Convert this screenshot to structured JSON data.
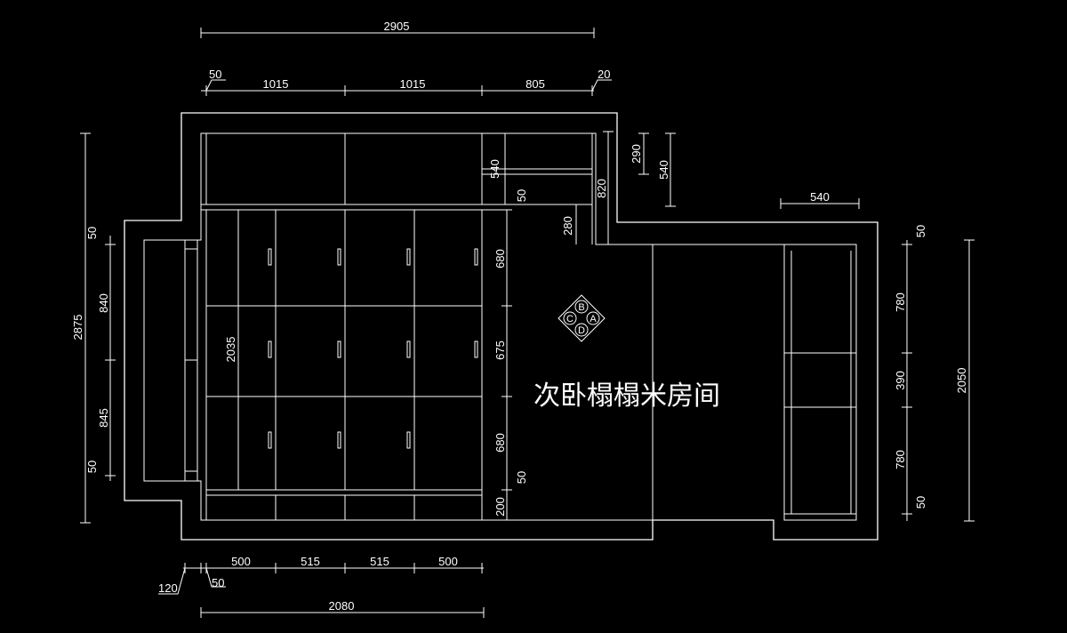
{
  "room_label": "次卧榻榻米房间",
  "compass": {
    "top": "B",
    "right": "A",
    "bottom": "D",
    "left": "C"
  },
  "dims": {
    "top_total": "2905",
    "top_50": "50",
    "top_1015_a": "1015",
    "top_1015_b": "1015",
    "top_805": "805",
    "top_20": "20",
    "shelf_540": "540",
    "gap_50": "50",
    "v_820": "820",
    "v_290": "290",
    "v_540": "540",
    "v_280": "280",
    "left_2875": "2875",
    "left_50_top": "50",
    "left_840": "840",
    "left_845": "845",
    "left_50_bot": "50",
    "inner_2035": "2035",
    "r_680_top": "680",
    "r_675": "675",
    "r_680_bot": "680",
    "r_50": "50",
    "r_200": "200",
    "right_540": "540",
    "rr_50_top": "50",
    "rr_780_top": "780",
    "rr_390": "390",
    "rr_780_bot": "780",
    "rr_50_bot": "50",
    "rr_2050": "2050",
    "bot_500_a": "500",
    "bot_515_a": "515",
    "bot_515_b": "515",
    "bot_500_b": "500",
    "bot_120": "120",
    "bot_50": "50",
    "bot_2080": "2080"
  }
}
